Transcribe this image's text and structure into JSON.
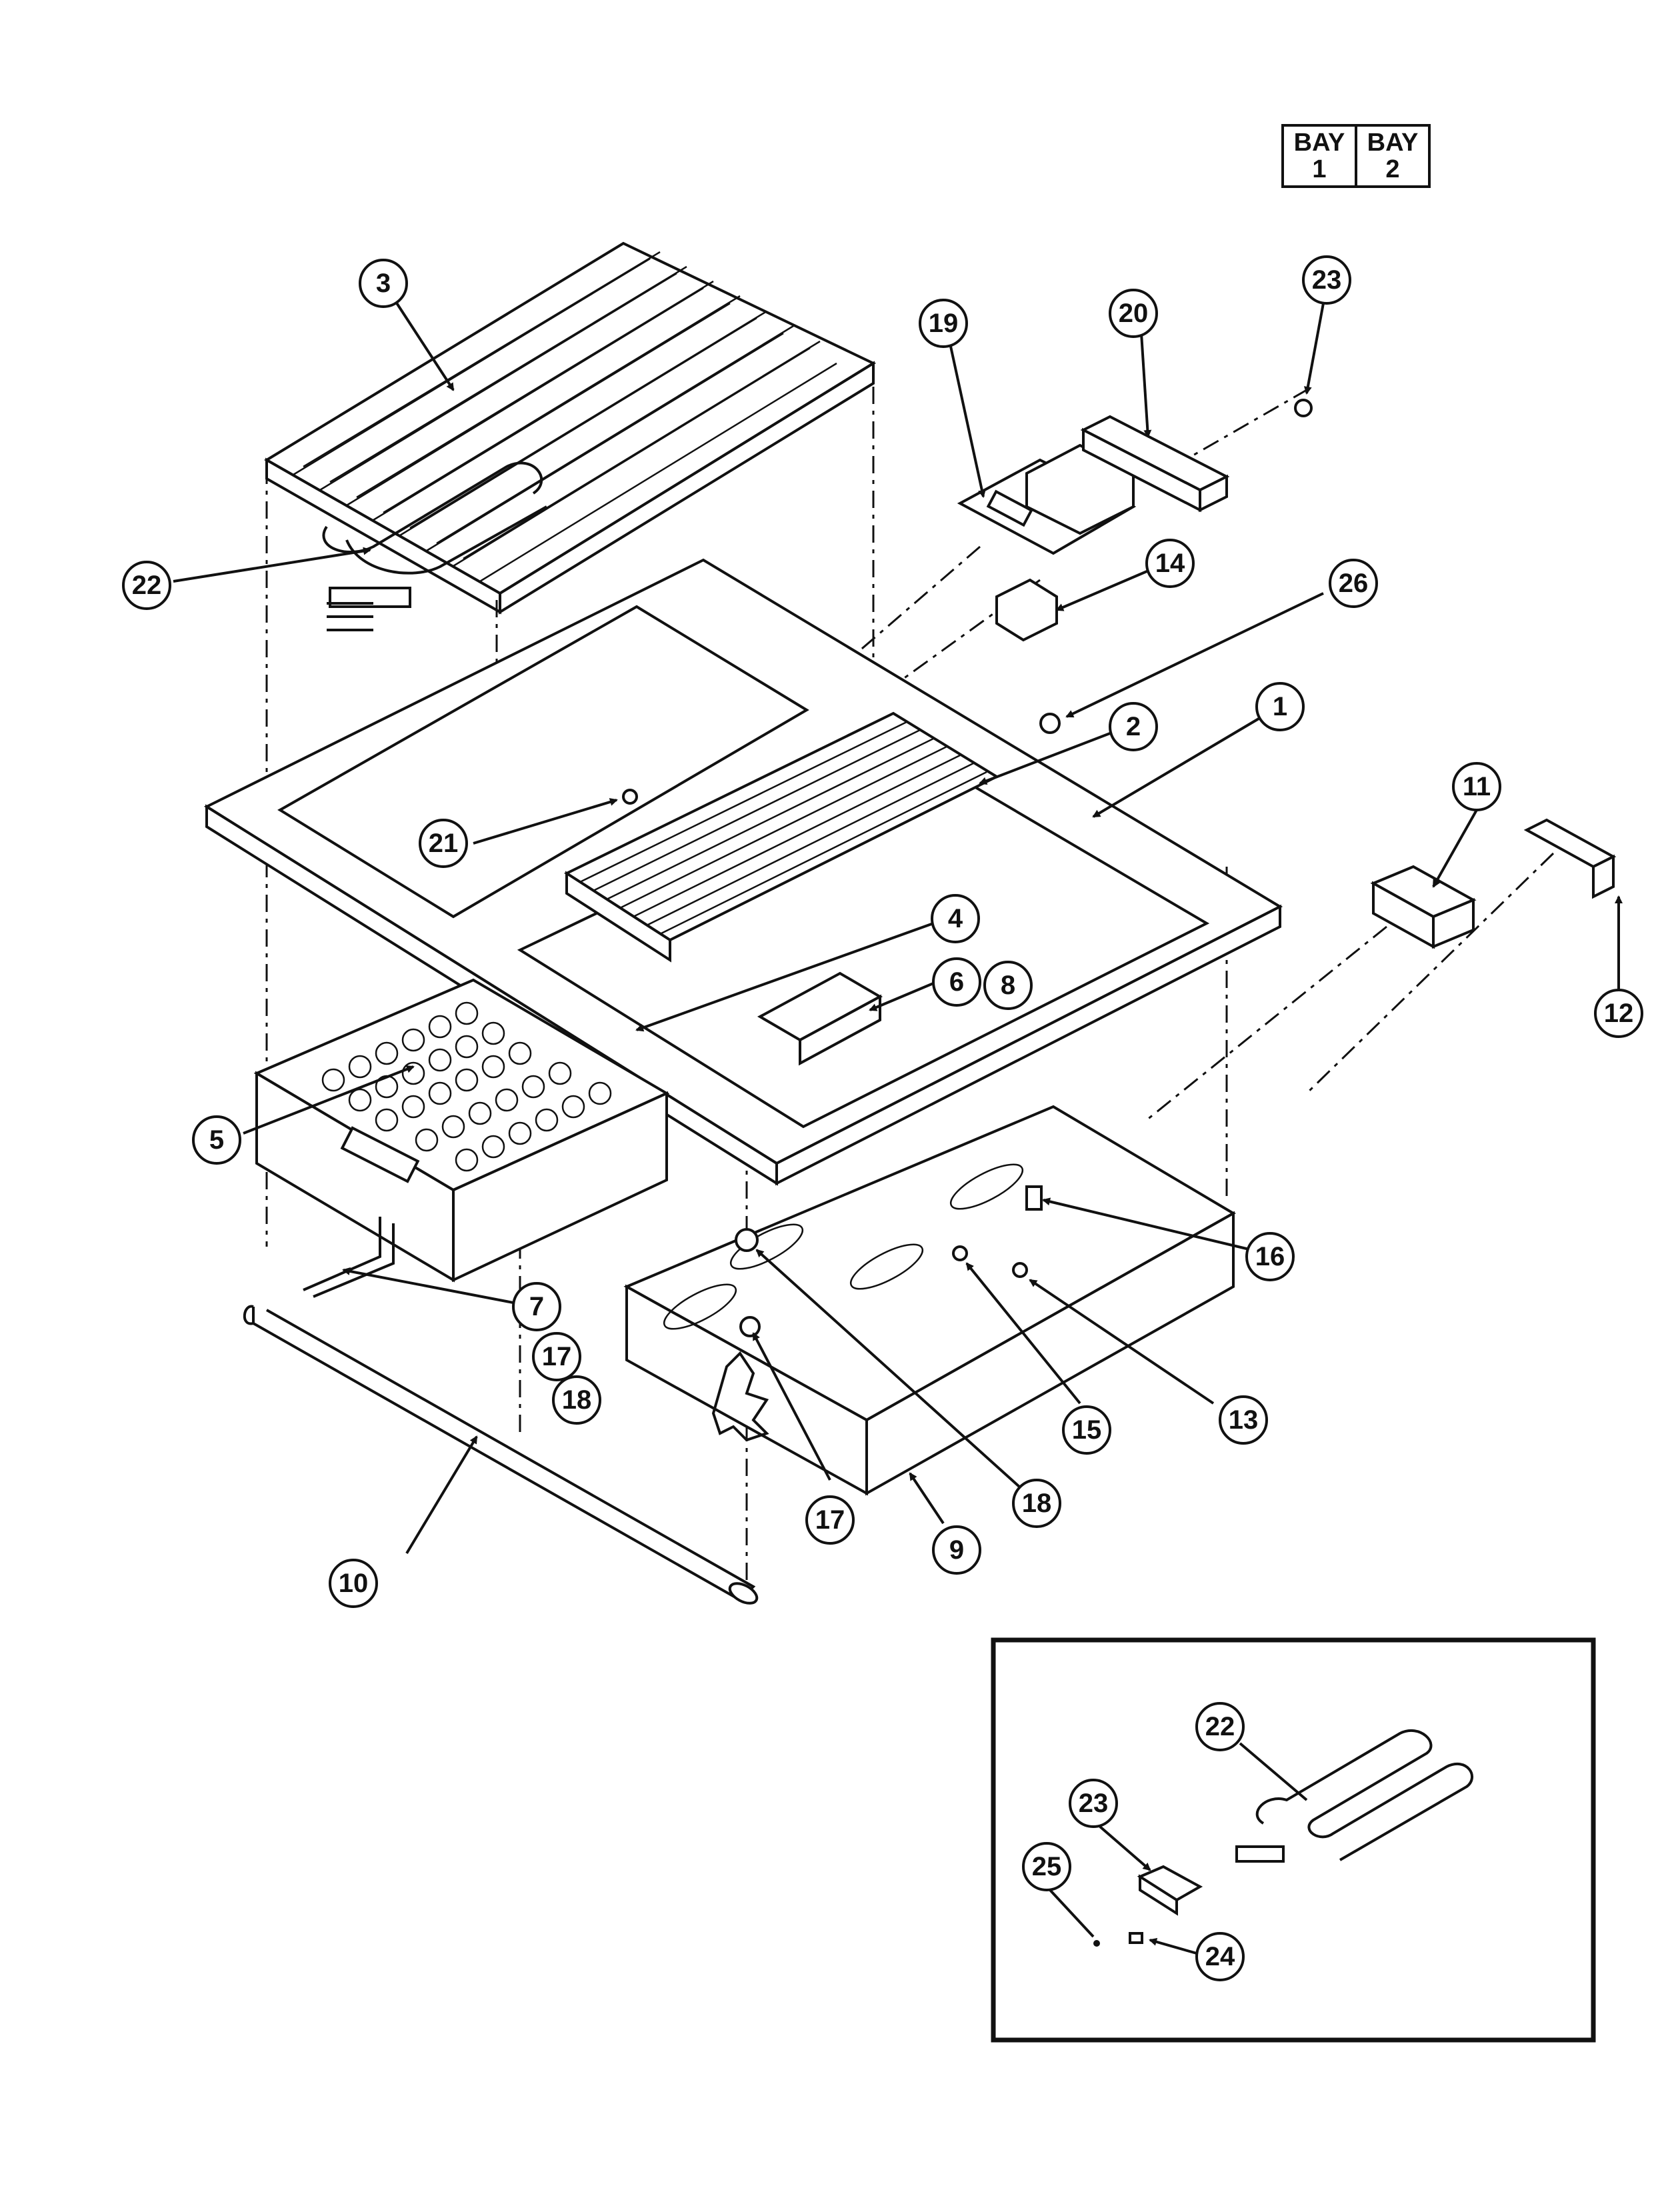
{
  "bay_labels": [
    {
      "top": "BAY",
      "bottom": "1"
    },
    {
      "top": "BAY",
      "bottom": "2"
    }
  ],
  "callouts": {
    "c1": "1",
    "c2": "2",
    "c3": "3",
    "c4": "4",
    "c5": "5",
    "c6": "6",
    "c7": "7",
    "c8": "8",
    "c9": "9",
    "c10": "10",
    "c11": "11",
    "c12": "12",
    "c13": "13",
    "c14": "14",
    "c15": "15",
    "c16": "16",
    "c17a": "17",
    "c17b": "17",
    "c18a": "18",
    "c18b": "18",
    "c19": "19",
    "c20": "20",
    "c21": "21",
    "c22a": "22",
    "c22b": "22",
    "c23a": "23",
    "c23b": "23",
    "c24": "24",
    "c25": "25",
    "c26": "26"
  }
}
